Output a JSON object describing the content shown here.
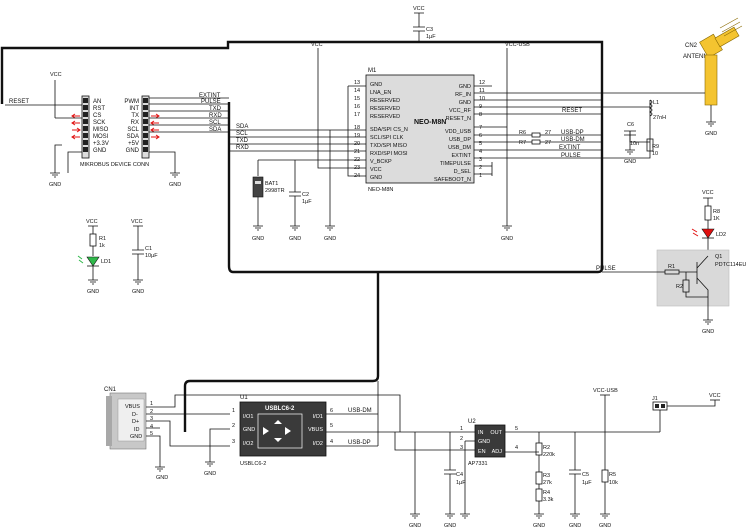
{
  "net": {
    "vcc": "VCC",
    "vcc_usb": "VCC-USB",
    "gnd": "GND",
    "reset": "RESET",
    "pulse": "PULSE",
    "sda": "SDA",
    "scl": "SCL",
    "txd": "TXD",
    "rxd": "RXD",
    "extint": "EXTINT",
    "usb_dp": "USB-DP",
    "usb_dm": "USB-DM"
  },
  "mikrobus": {
    "caption": "MIKROBUS DEVICE CONN",
    "left_pins": [
      "AN",
      "RST",
      "CS",
      "SCK",
      "MISO",
      "MOSI",
      "+3.3V",
      "GND"
    ],
    "right_pins": [
      "PWM",
      "INT",
      "TX",
      "RX",
      "SCL",
      "SDA",
      "+5V",
      "GND"
    ],
    "signals": [
      "EXTINT",
      "PULSE",
      "TXD",
      "RXD",
      "SCL",
      "SDA"
    ]
  },
  "m1": {
    "ref": "M1",
    "title": "NEO-M8N",
    "caption": "NEO-M8N",
    "left": [
      {
        "num": "13",
        "name": "GND"
      },
      {
        "num": "14",
        "name": "LNA_EN"
      },
      {
        "num": "15",
        "name": "RESERVED"
      },
      {
        "num": "16",
        "name": "RESERVED"
      },
      {
        "num": "17",
        "name": "RESERVED"
      },
      {
        "num": "18",
        "name": "SDA/SPI CS_N"
      },
      {
        "num": "19",
        "name": "SCL/SPI CLK"
      },
      {
        "num": "20",
        "name": "TXD/SPI MISO"
      },
      {
        "num": "21",
        "name": "RXD/SPI MOSI"
      },
      {
        "num": "22",
        "name": "V_BCKP"
      },
      {
        "num": "23",
        "name": "VCC"
      },
      {
        "num": "24",
        "name": "GND"
      }
    ],
    "right": [
      {
        "num": "12",
        "name": "GND"
      },
      {
        "num": "11",
        "name": "RF_IN"
      },
      {
        "num": "10",
        "name": "GND"
      },
      {
        "num": "9",
        "name": "VCC_RF"
      },
      {
        "num": "8",
        "name": "RESET_N"
      },
      {
        "num": "7",
        "name": "VDD_USB"
      },
      {
        "num": "6",
        "name": "USB_DP"
      },
      {
        "num": "5",
        "name": "USB_DM"
      },
      {
        "num": "4",
        "name": "EXTINT"
      },
      {
        "num": "3",
        "name": "TIMEPULSE"
      },
      {
        "num": "2",
        "name": "D_SEL"
      },
      {
        "num": "1",
        "name": "SAFEBOOT_N"
      }
    ]
  },
  "parts": {
    "c3": {
      "ref": "C3",
      "val": "1µF"
    },
    "c2": {
      "ref": "C2",
      "val": "1µF"
    },
    "bat1": {
      "ref": "BAT1",
      "val": "2998TR"
    },
    "r6": {
      "ref": "R6",
      "val": "27"
    },
    "r7": {
      "ref": "R7",
      "val": "27"
    },
    "cn2": {
      "ref": "CN2",
      "val": "ANTENNA"
    },
    "l1": {
      "ref": "L1",
      "val": "27nH"
    },
    "c6": {
      "ref": "C6",
      "val": "10n"
    },
    "r9": {
      "ref": "R9",
      "val": "10"
    },
    "r8": {
      "ref": "R8",
      "val": "1K"
    },
    "ld2": {
      "ref": "LD2"
    },
    "q1": {
      "ref": "Q1",
      "val": "PDTC114EU"
    },
    "r1q": {
      "ref": "R1"
    },
    "r2q": {
      "ref": "R2"
    },
    "r1": {
      "ref": "R1",
      "val": "1k"
    },
    "ld1": {
      "ref": "LD1"
    },
    "c1": {
      "ref": "C1",
      "val": "10µF"
    },
    "cn1": {
      "ref": "CN1",
      "pins": [
        "VBUS",
        "D-",
        "D+",
        "ID",
        "GND"
      ],
      "nums": [
        "1",
        "2",
        "3",
        "4",
        "5"
      ]
    },
    "u1": {
      "ref": "U1",
      "title": "USBLC6-2",
      "caption": "USBLC6-2",
      "left": [
        "I/O1",
        "GND",
        "I/O2"
      ],
      "left_nums": [
        "1",
        "2",
        "3"
      ],
      "right": [
        "I/O1",
        "VBUS",
        "I/O2"
      ],
      "right_nums": [
        "6",
        "5",
        "4"
      ]
    },
    "u2": {
      "ref": "U2",
      "caption": "AP7331",
      "left": [
        "IN",
        "GND",
        "EN"
      ],
      "left_nums": [
        "1",
        "2",
        "3"
      ],
      "right": [
        "OUT",
        "ADJ"
      ],
      "right_nums": [
        "5",
        "4"
      ]
    },
    "c4": {
      "ref": "C4",
      "val": "1µF"
    },
    "r2": {
      "ref": "R2",
      "val": "220k"
    },
    "r3": {
      "ref": "R3",
      "val": "27k"
    },
    "r4": {
      "ref": "R4",
      "val": "3.3k"
    },
    "c5": {
      "ref": "C5",
      "val": "1µF"
    },
    "r5": {
      "ref": "R5",
      "val": "10k"
    },
    "j1": {
      "ref": "J1"
    }
  }
}
